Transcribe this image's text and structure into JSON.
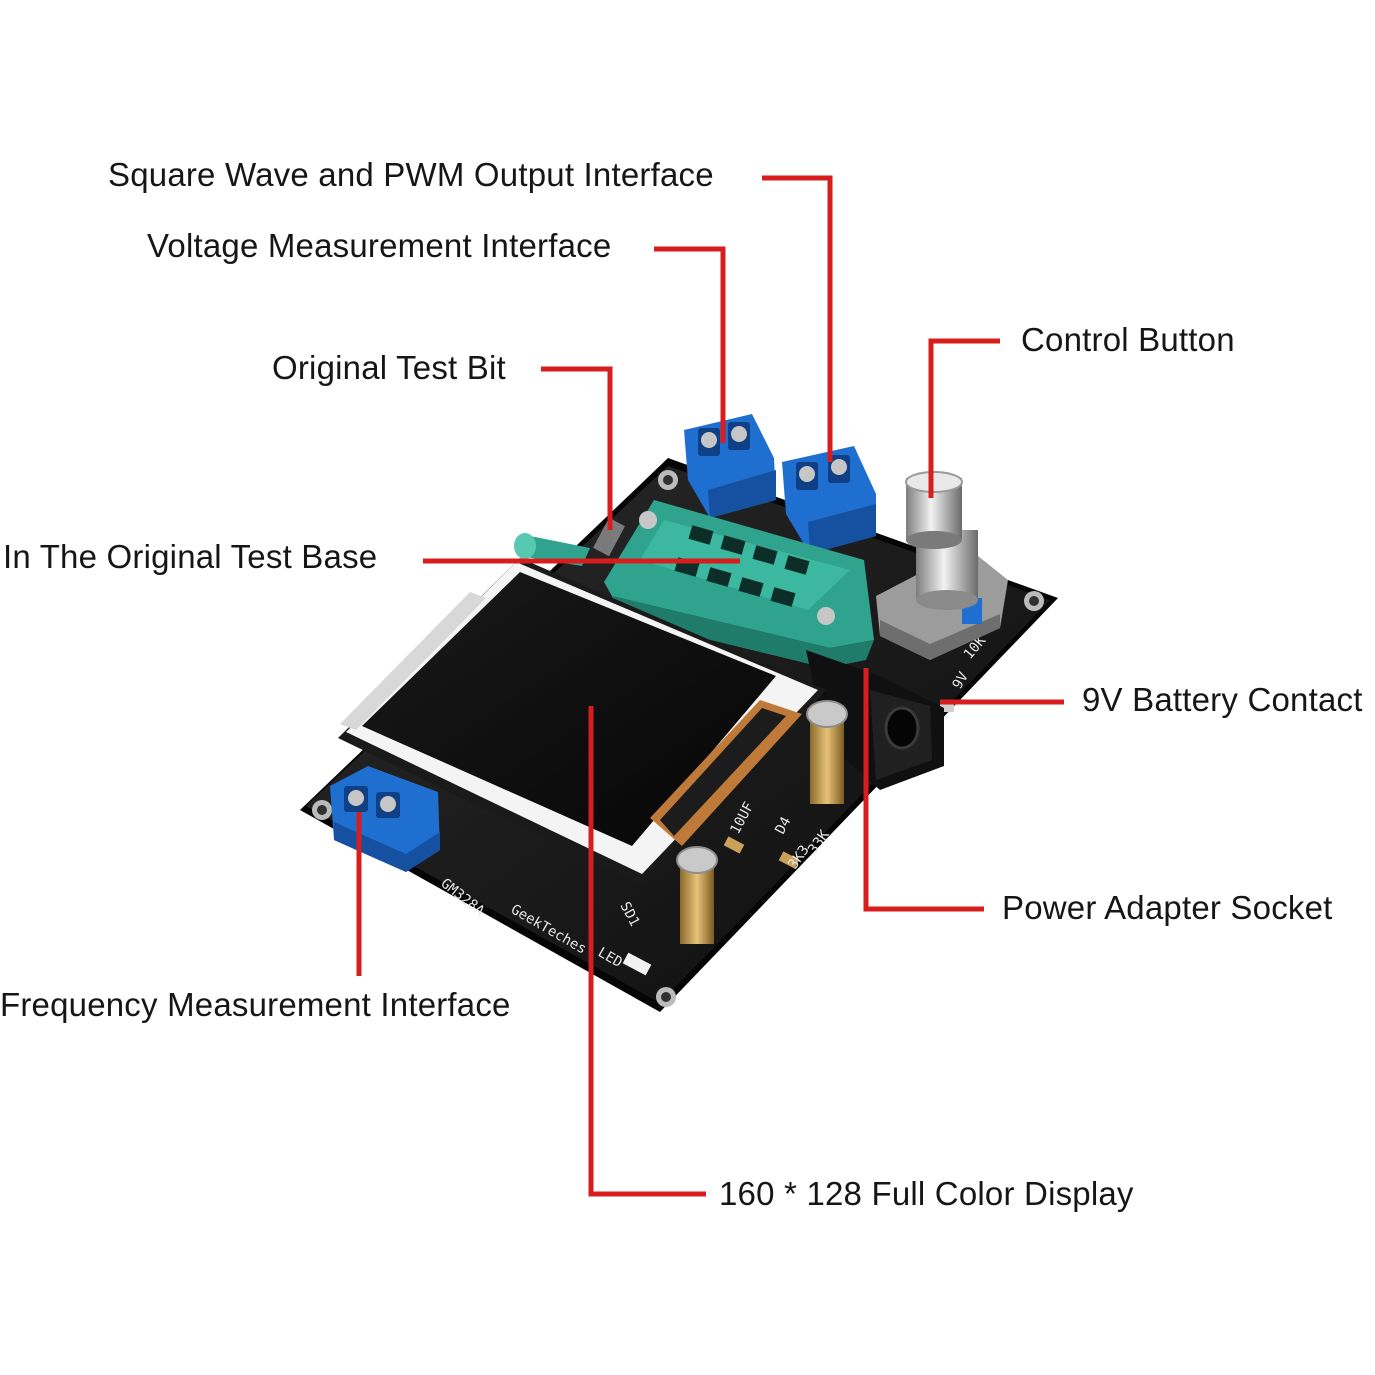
{
  "callouts": {
    "square_wave": "Square Wave and PWM Output Interface",
    "voltage": "Voltage Measurement Interface",
    "control_button": "Control Button",
    "original_test_bit": "Original Test Bit",
    "test_base": "In The Original Test Base",
    "battery": "9V Battery Contact",
    "power_adapter": "Power Adapter Socket",
    "frequency": "Frequency Measurement Interface",
    "display": "160 * 128 Full Color Display"
  },
  "board_print": {
    "model": "GM328A",
    "brand": "GeekTeches",
    "led": "LED",
    "c_10uf": "10UF",
    "r_3k3": "3K3",
    "r_33k": "33K",
    "r_10k": "10K",
    "d4": "D4",
    "sd1": "SD1",
    "nine_v": "9V"
  },
  "colors": {
    "leader": "#d81d1d",
    "pcb": "#151515",
    "terminal": "#1e6fd0",
    "socket": "#2fa38d",
    "text": "#161616"
  }
}
